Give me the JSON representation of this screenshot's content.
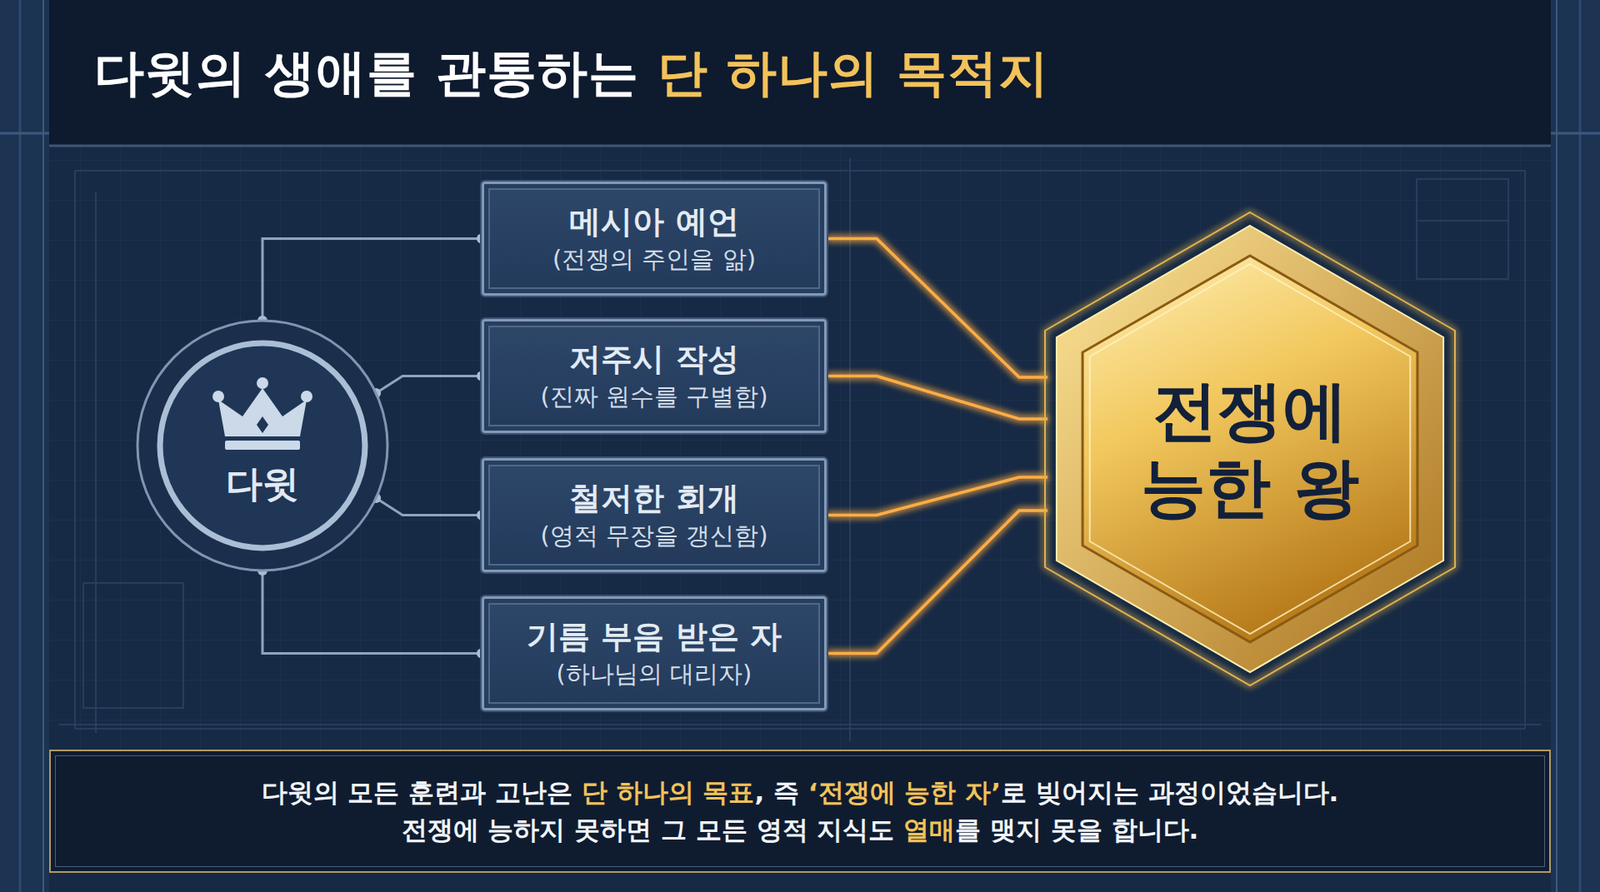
{
  "diagram": {
    "title": "다윗의 생애를 관통하는 단 하나의 목적지",
    "caption": "다윗의 모든 훈련과 고난은 단 하나의 목표, 즉 ‘전쟁에 능한 자’로 빚어지는 과정이었습니다. 전쟁에 능하지 못하면 그 모든 영적 지식도 열매를 맺지 못을 합니다.",
    "nodes": [
      {
        "text": [
          "다윗"
        ]
      },
      {
        "text": [
          "메시아 예언",
          "(전쟁의 주인을 앎)"
        ]
      },
      {
        "text": [
          "저주시 작성",
          "(진짜 원수를 구별함)"
        ]
      },
      {
        "text": [
          "철저한 회개",
          "(영적 무장을 갱신함)"
        ]
      },
      {
        "text": [
          "기름 부음 받은 자",
          "(하나님의 대리자)"
        ]
      },
      {
        "text": [
          "전쟁에 능한 왕"
        ]
      }
    ],
    "edges": [
      {
        "from": 0,
        "to": 1,
        "arrow": "none"
      },
      {
        "from": 0,
        "to": 2,
        "arrow": "none"
      },
      {
        "from": 0,
        "to": 3,
        "arrow": "none"
      },
      {
        "from": 0,
        "to": 4,
        "arrow": "none"
      },
      {
        "from": 1,
        "to": 5,
        "arrow": "none"
      },
      {
        "from": 2,
        "to": 5,
        "arrow": "none"
      },
      {
        "from": 3,
        "to": 5,
        "arrow": "none"
      },
      {
        "from": 4,
        "to": 5,
        "arrow": "none"
      }
    ]
  }
}
